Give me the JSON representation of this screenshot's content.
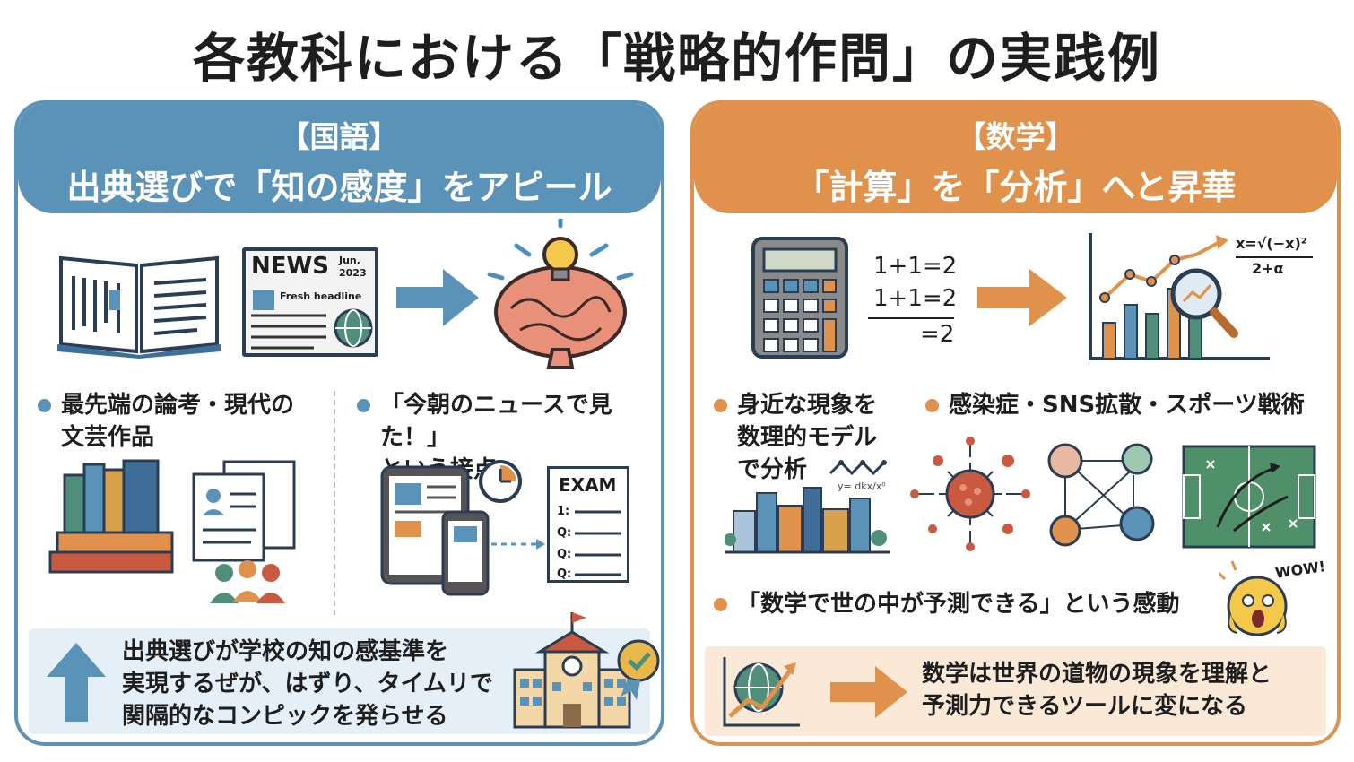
{
  "title": "各教科における「戦略的作問」の実践例",
  "left": {
    "subject": "【国語】",
    "heading": "出典選びで「知の感度」をアピール",
    "news_label": "NEWS",
    "news_date_1": "Jun.",
    "news_date_2": "2023",
    "news_headline": "Fresh headline",
    "bullet1": "最先端の論考・現代の\n文芸作品",
    "bullet2": "「今朝のニュースで見た！」\nという接点",
    "exam_label": "EXAM",
    "exam_lines": [
      "1:",
      "Q:",
      "Q:",
      "Q:"
    ],
    "footer": "出典選びが学校の知の感基準を\n実現するぜが、はずり、タイムリで\n関隔的なコンピックを発らせる",
    "colors": {
      "accent": "#5b93b8",
      "footer_bg": "#e4eff7"
    }
  },
  "right": {
    "subject": "【数学】",
    "heading": "「計算」を「分析」へと昇華",
    "eq1": "1+1=2",
    "eq2": "1+1=2",
    "eq3": "=2",
    "formula_top": "x=√(−x)²",
    "formula_bottom": "2+α",
    "bullet1": "身近な現象を\n数理的モデル\nで分析",
    "bullet2": "感染症・SNS拡散・スポーツ戦術",
    "bullet3": "「数学で世の中が予測できる」という感動",
    "wow": "WOW!",
    "mini_formula": "y= dkx/x⁰",
    "footer": "数学は世界の道物の現象を理解と\n予測力できるツールに変になる",
    "colors": {
      "accent": "#e0914b",
      "footer_bg": "#fbe9d8"
    }
  }
}
